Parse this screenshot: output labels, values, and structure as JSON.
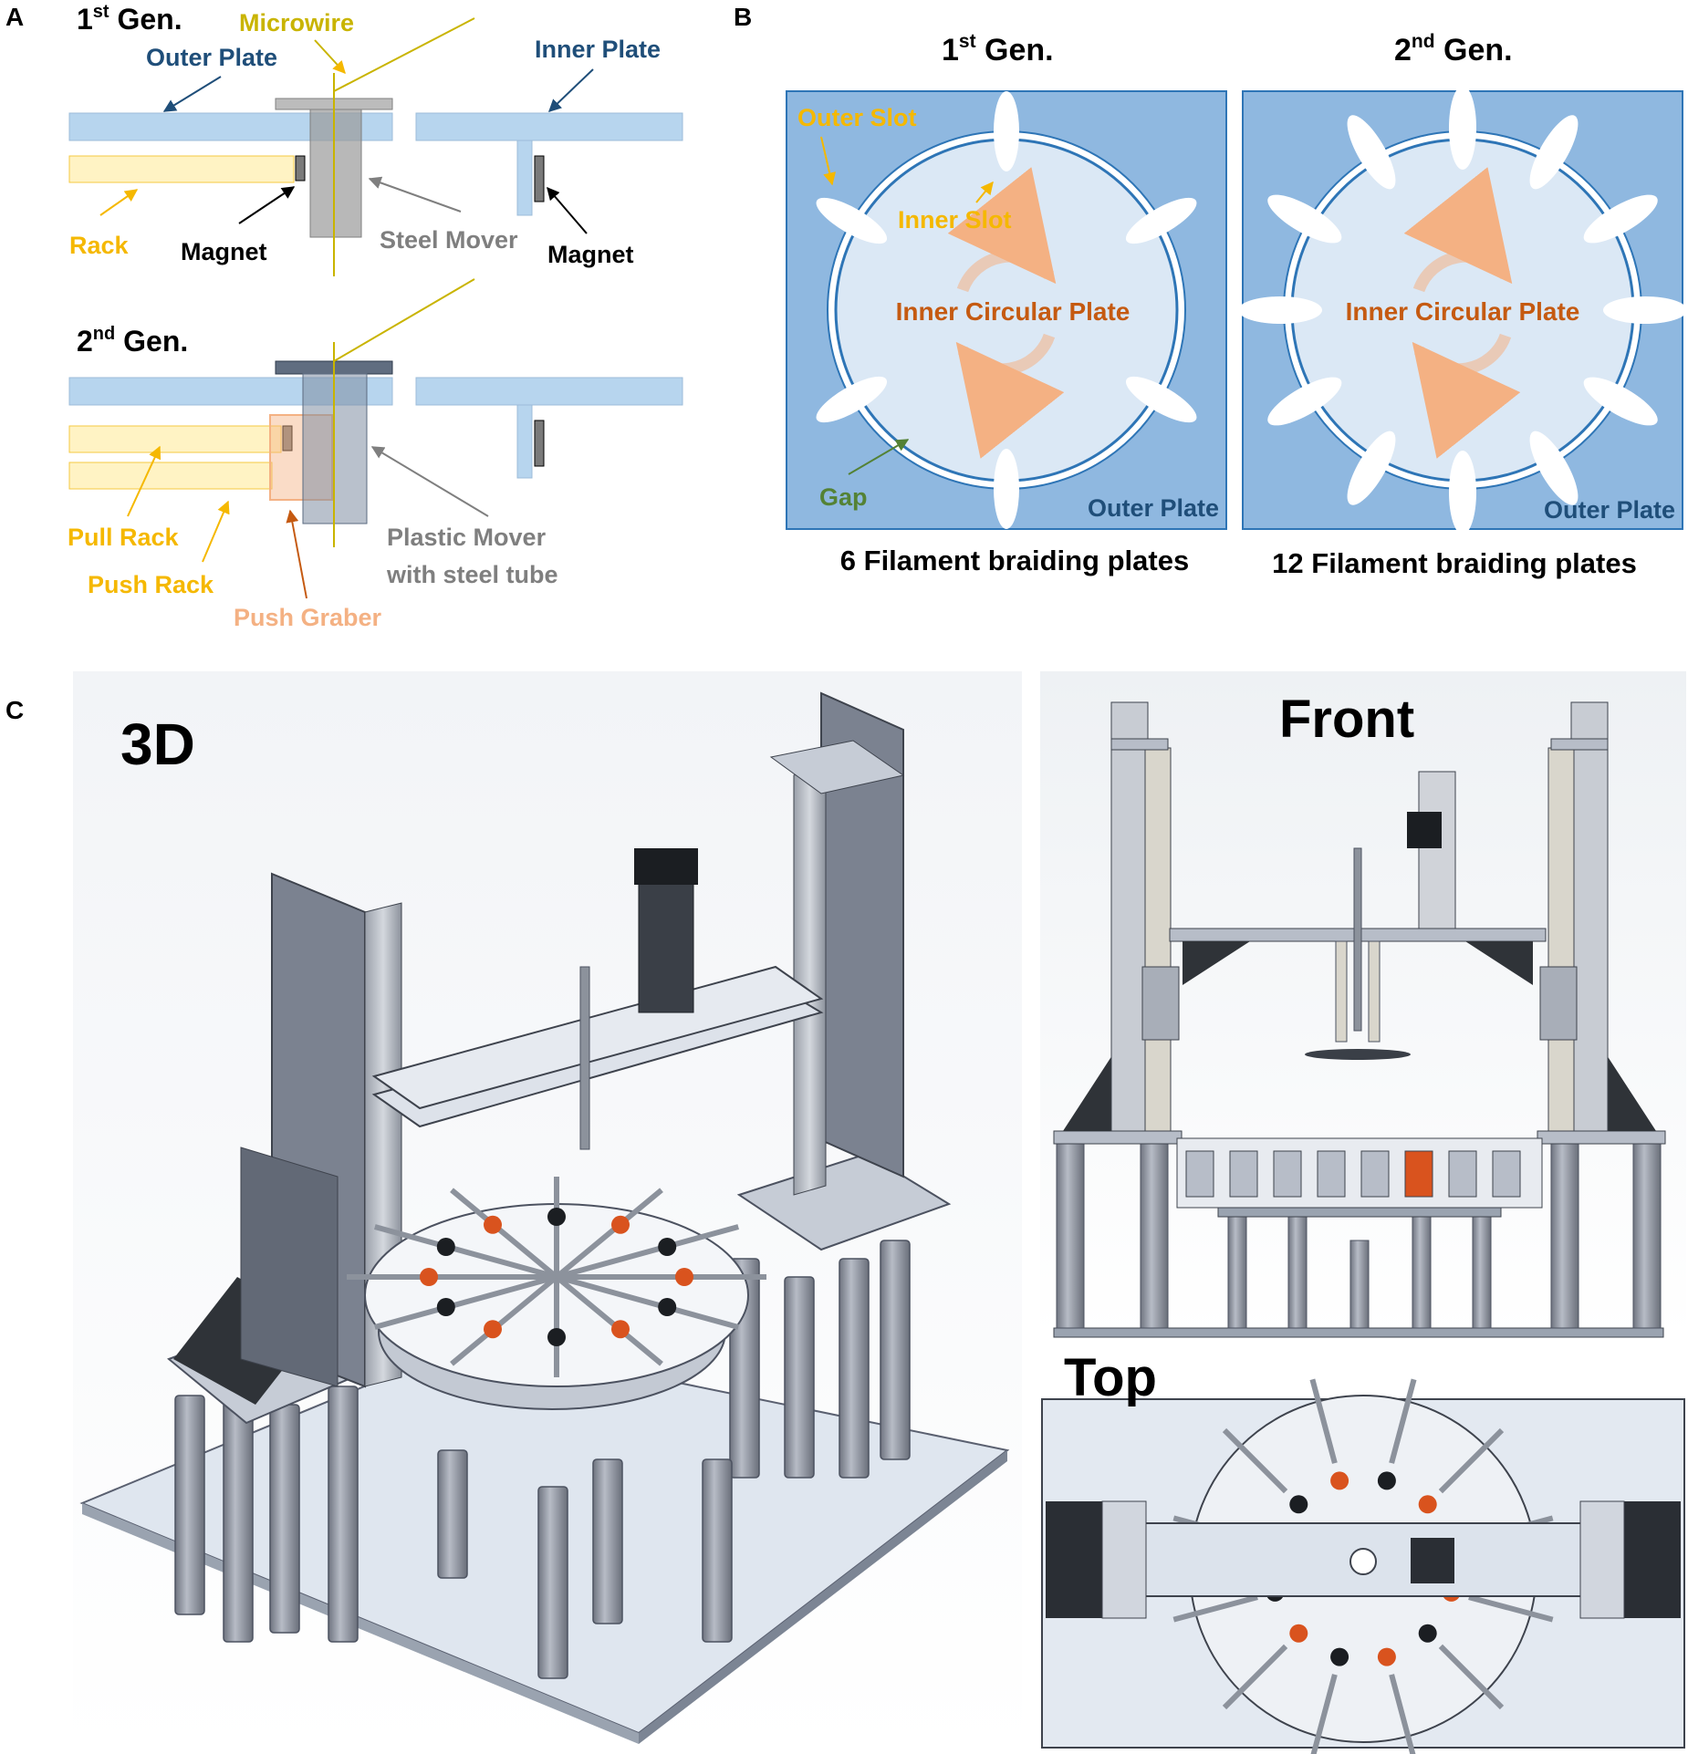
{
  "panel_letters": {
    "a": "A",
    "b": "B",
    "c": "C"
  },
  "panel_a": {
    "gen1": {
      "base": "1",
      "sup": "st",
      "rest": " Gen."
    },
    "gen2": {
      "base": "2",
      "sup": "nd",
      "rest": " Gen."
    },
    "labels": {
      "microwire": "Microwire",
      "outer_plate": "Outer Plate",
      "inner_plate": "Inner Plate",
      "rack": "Rack",
      "magnet_left": "Magnet",
      "steel_mover": "Steel Mover",
      "magnet_right": "Magnet",
      "pull_rack": "Pull Rack",
      "push_rack": "Push Rack",
      "plastic_mover_line1": "Plastic Mover",
      "plastic_mover_line2": "with steel tube",
      "push_graber": "Push Graber"
    }
  },
  "panel_b": {
    "gen1": {
      "base": "1",
      "sup": "st",
      "rest": " Gen."
    },
    "gen2": {
      "base": "2",
      "sup": "nd",
      "rest": " Gen."
    },
    "left_plate": {
      "outer_slot": "Outer Slot",
      "inner_slot": "Inner Slot",
      "inner_circular_plate": "Inner Circular Plate",
      "gap": "Gap",
      "outer_plate": "Outer Plate",
      "caption": "6 Filament braiding plates",
      "slot_count": 6
    },
    "right_plate": {
      "inner_circular_plate": "Inner Circular Plate",
      "outer_plate": "Outer Plate",
      "caption": "12 Filament braiding plates",
      "slot_count": 12
    }
  },
  "panel_c": {
    "view_3d": "3D",
    "view_front": "Front",
    "view_top": "Top"
  },
  "colors": {
    "plate_blue": "#b7d5ee",
    "outer_plate_fill": "#8fb8e0",
    "inner_plate_fill": "#dbe8f5",
    "rack_yellow": "#fff3c4",
    "label_yellow": "#f5b800",
    "label_navy": "#1f4e79",
    "label_gray": "#7f7f7f",
    "label_orange": "#c55a11",
    "label_peach": "#f4b183",
    "label_green": "#548235",
    "microwire_olive": "#c9b400"
  }
}
